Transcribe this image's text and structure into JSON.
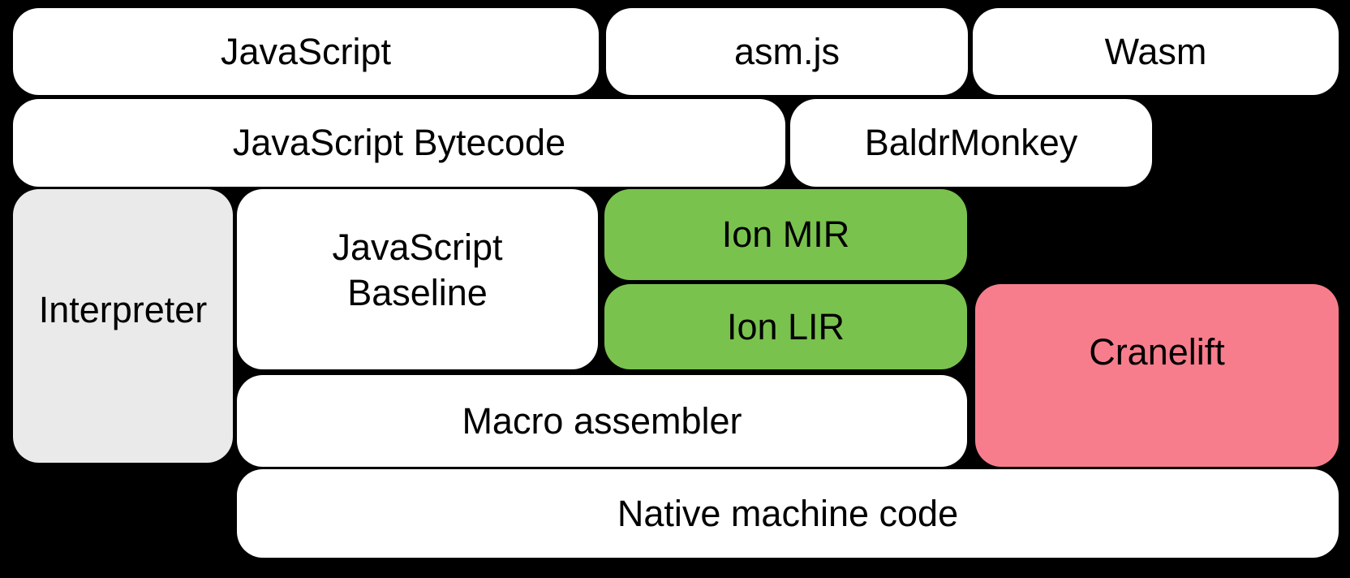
{
  "diagram": {
    "background_color": "#000000",
    "colors": {
      "box_default": "#ffffff",
      "interpreter_gray": "#eaeaea",
      "ion_green": "#7ac24e",
      "cranelift_pink": "#f87d8c",
      "text": "#000000"
    },
    "nodes": {
      "javascript": {
        "label": "JavaScript"
      },
      "asmjs": {
        "label": "asm.js"
      },
      "wasm": {
        "label": "Wasm"
      },
      "bytecode": {
        "label": "JavaScript Bytecode"
      },
      "baldrmonkey": {
        "label": "BaldrMonkey"
      },
      "interpreter": {
        "label": "Interpreter"
      },
      "baseline": {
        "label": "JavaScript\nBaseline"
      },
      "ion_mir": {
        "label": "Ion MIR"
      },
      "ion_lir": {
        "label": "Ion LIR"
      },
      "cranelift": {
        "label": "Cranelift"
      },
      "macro_assembler": {
        "label": "Macro assembler"
      },
      "native_code": {
        "label": "Native machine code"
      }
    }
  }
}
